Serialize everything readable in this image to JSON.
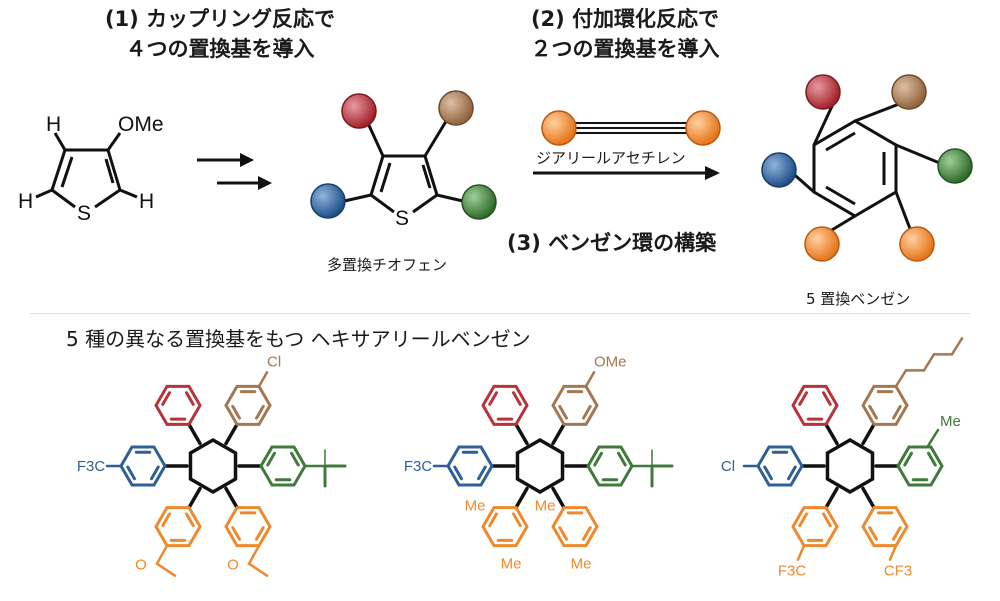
{
  "steps": {
    "step1": {
      "num": "(1)",
      "line1": "カップリング反応で",
      "line2": "４つの置換基を導入"
    },
    "step2": {
      "num": "(2)",
      "line1": "付加環化反応で",
      "line2": "２つの置換基を導入"
    },
    "step3": {
      "num": "(3)",
      "text": "ベンゼン環の構築"
    }
  },
  "labels": {
    "poly_thiophene": "多置換チオフェン",
    "diarylacetylene": "ジアリールアセチレン",
    "penta_benzene": "5 置換ベンゼン",
    "section_title": "5 種の異なる置換基をもつ ヘキサアリールベンゼン"
  },
  "atoms": {
    "H": "H",
    "S": "S",
    "OMe": "OMe",
    "Cl": "Cl",
    "Me": "Me",
    "O": "O",
    "F3C": "F3C",
    "CF3": "CF3"
  },
  "colors": {
    "red": "#b8323a",
    "brown": "#a5774f",
    "blue": "#2f5f97",
    "green": "#3f7a3a",
    "orange": "#ee8a2d",
    "black": "#111111"
  }
}
